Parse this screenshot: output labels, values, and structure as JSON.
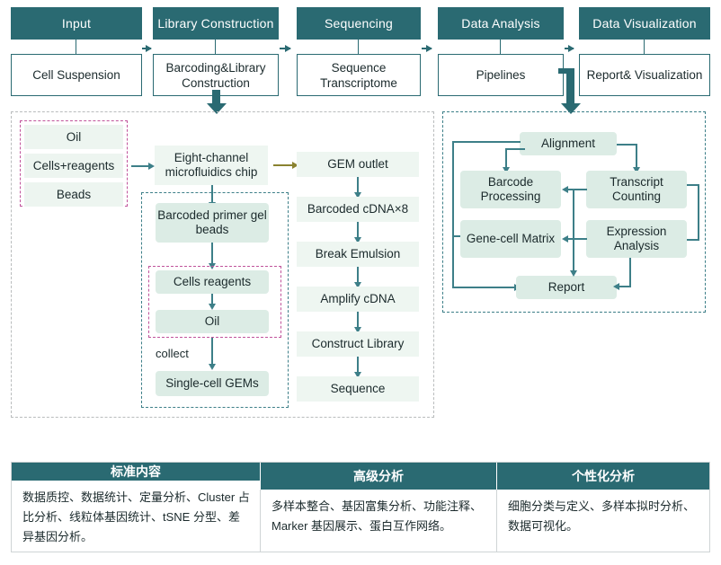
{
  "header": {
    "stages": [
      {
        "title": "Input",
        "detail": "Cell Suspension"
      },
      {
        "title": "Library Construction",
        "detail": "Barcoding&Library Construction"
      },
      {
        "title": "Sequencing",
        "detail": "Sequence Transcriptome"
      },
      {
        "title": "Data Analysis",
        "detail": "Pipelines"
      },
      {
        "title": "Data Visualization",
        "detail": "Report& Visualization"
      }
    ]
  },
  "left_panel": {
    "inputs": [
      "Oil",
      "Cells+reagents",
      "Beads"
    ],
    "chip": "Eight-channel microfluidics chip",
    "gem_steps": [
      "Barcoded primer gel beads",
      "Cells reagents",
      "Oil",
      "Single-cell GEMs"
    ],
    "collect_label": "collect",
    "sequencing_steps": [
      "GEM outlet",
      "Barcoded cDNA×8",
      "Break Emulsion",
      "Amplify cDNA",
      "Construct Library",
      "Sequence"
    ]
  },
  "right_panel": {
    "nodes": [
      "Alignment",
      "Barcode Processing",
      "Transcript Counting",
      "Gene-cell Matrix",
      "Expression Analysis",
      "Report"
    ]
  },
  "table": {
    "columns": [
      {
        "header": "标准内容",
        "body": "数据质控、数据统计、定量分析、Cluster 占比分析、线粒体基因统计、tSNE 分型、差异基因分析。"
      },
      {
        "header": "高级分析",
        "body": "多样本整合、基因富集分析、功能注释、Marker 基因展示、蛋白互作网络。"
      },
      {
        "header": "个性化分析",
        "body": "细胞分类与定义、多样本拟时分析、数据可视化。"
      }
    ]
  },
  "colors": {
    "teal": "#2a6a72",
    "mint": "#dcece5",
    "magenta": "#c0539b",
    "gold": "#8a8230",
    "gray_dash": "#b9bcbd"
  }
}
